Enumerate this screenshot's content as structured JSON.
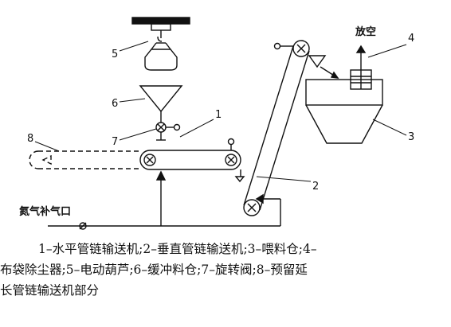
{
  "diagram": {
    "vent_label": "放空",
    "nitrogen_label": "氮气补气口",
    "callouts": [
      "1",
      "2",
      "3",
      "4",
      "5",
      "6",
      "7",
      "8"
    ]
  },
  "caption": {
    "line1": "1–水平管链输送机;2–垂直管链输送机;3–喂料仓;4–",
    "line2": "布袋除尘器;5–电动葫芦;6–缓冲料仓;7–旋转阀;8–预留延",
    "line3": "长管链输送机部分"
  }
}
